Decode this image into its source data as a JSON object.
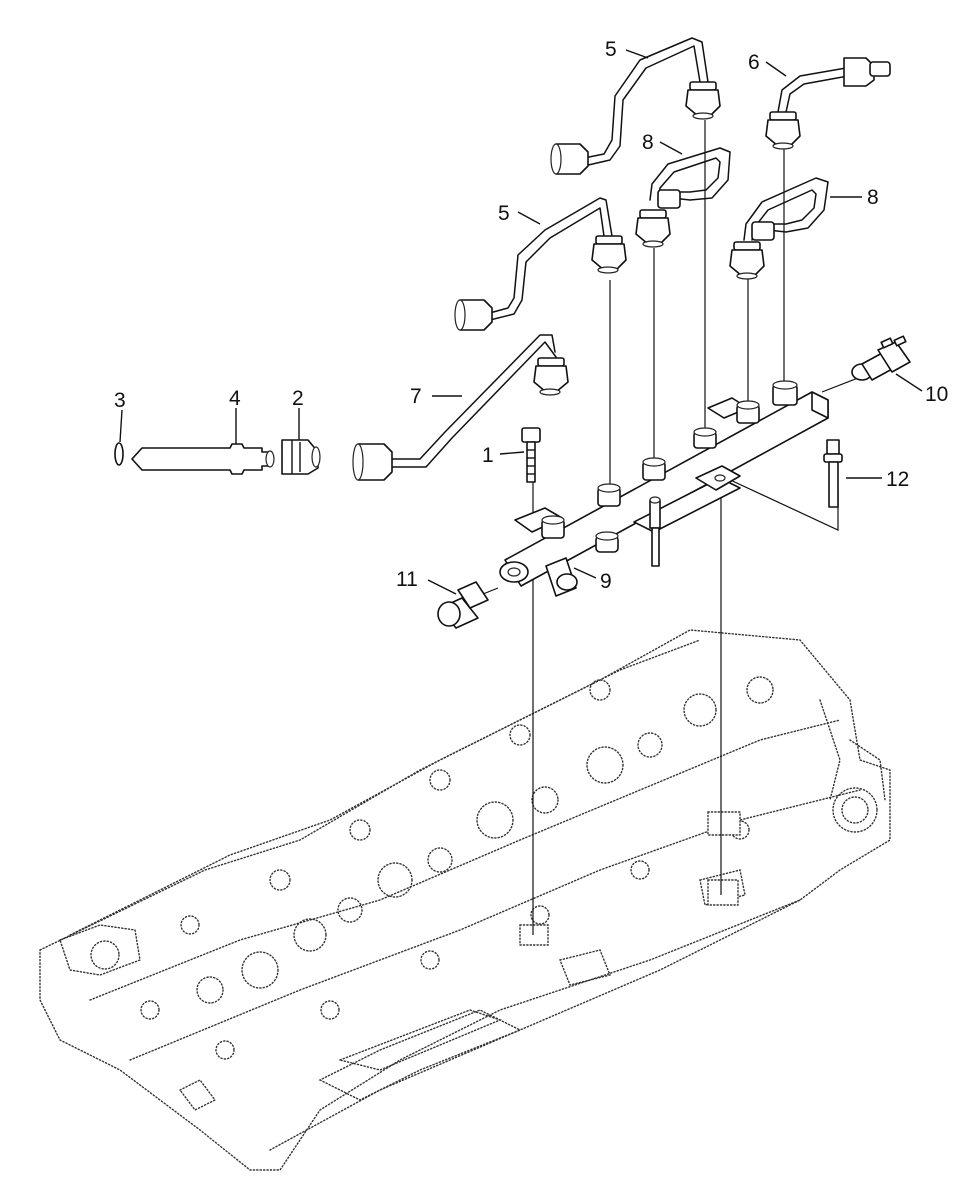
{
  "diagram": {
    "callouts": [
      {
        "id": "c1",
        "text": "1"
      },
      {
        "id": "c2",
        "text": "2"
      },
      {
        "id": "c3",
        "text": "3"
      },
      {
        "id": "c4",
        "text": "4"
      },
      {
        "id": "c5a",
        "text": "5"
      },
      {
        "id": "c5b",
        "text": "5"
      },
      {
        "id": "c6",
        "text": "6"
      },
      {
        "id": "c7",
        "text": "7"
      },
      {
        "id": "c8a",
        "text": "8"
      },
      {
        "id": "c8b",
        "text": "8"
      },
      {
        "id": "c9",
        "text": "9"
      },
      {
        "id": "c10",
        "text": "10"
      },
      {
        "id": "c11",
        "text": "11"
      },
      {
        "id": "c12",
        "text": "12"
      }
    ]
  }
}
